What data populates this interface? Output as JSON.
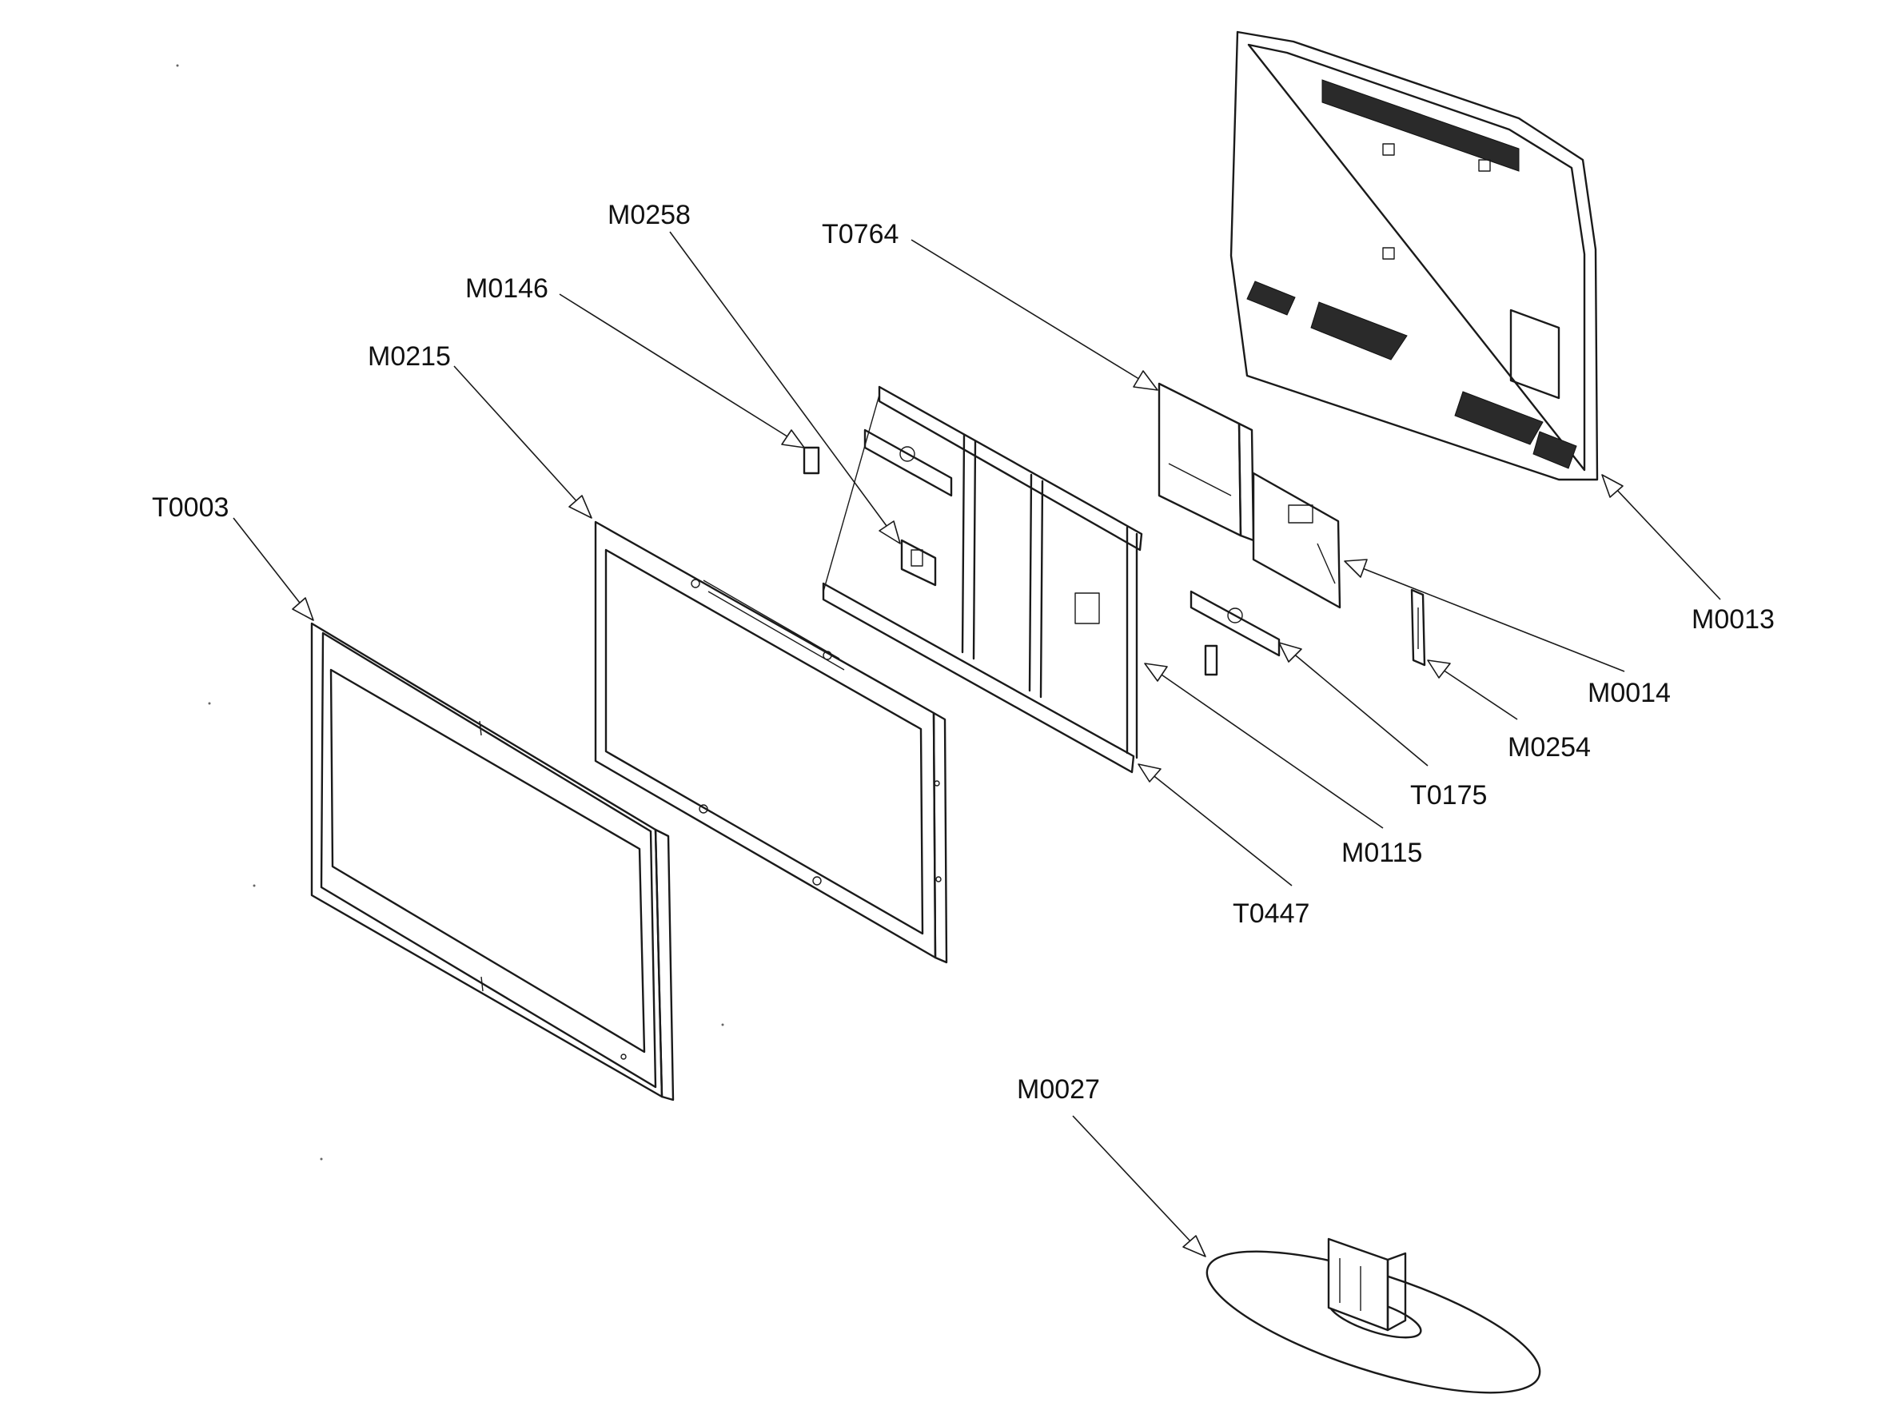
{
  "colors": {
    "ink": "#1a1a1a",
    "paper": "#ffffff"
  },
  "callouts": {
    "T0003": "T0003",
    "M0215": "M0215",
    "M0146": "M0146",
    "M0258": "M0258",
    "T0764": "T0764",
    "M0013": "M0013",
    "M0014": "M0014",
    "M0254": "M0254",
    "T0175": "T0175",
    "M0115": "M0115",
    "T0447": "T0447",
    "M0027": "M0027"
  }
}
